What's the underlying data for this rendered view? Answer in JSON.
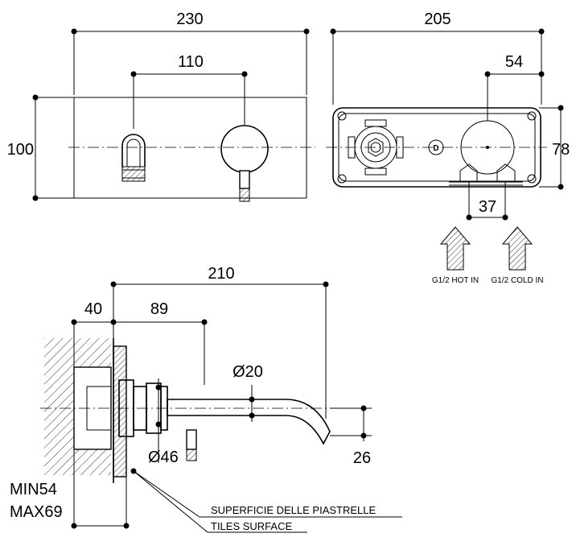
{
  "dimensions": {
    "front_width": "230",
    "front_spacing": "110",
    "front_height": "100",
    "box_width": "205",
    "box_offset": "54",
    "box_height": "78",
    "inlet_spacing": "37",
    "projection": "210",
    "wall_depth": "40",
    "body_length": "89",
    "spout_diameter": "Ø20",
    "handle_diameter": "Ø46",
    "outlet_drop": "26",
    "min_depth": "MIN54",
    "max_depth": "MAX69"
  },
  "labels": {
    "hot_in": "G1/2 HOT IN",
    "cold_in": "G1/2 COLD IN",
    "tiles_it": "SUPERFICIE DELLE PIASTRELLE",
    "tiles_en": "TILES SURFACE",
    "logo": "D"
  }
}
